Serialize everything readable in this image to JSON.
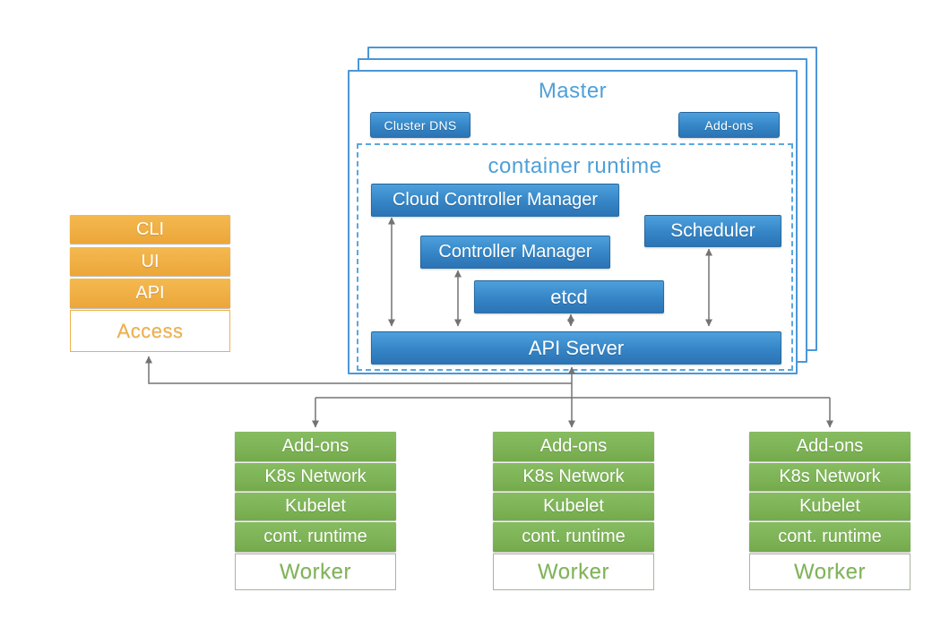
{
  "master": {
    "title": "Master",
    "cluster_dns_label": "Cluster DNS",
    "addons_label": "Add-ons",
    "runtime": {
      "title": "container runtime",
      "components": {
        "cloud_controller_manager": "Cloud Controller Manager",
        "controller_manager": "Controller Manager",
        "scheduler": "Scheduler",
        "etcd": "etcd",
        "api_server": "API Server"
      }
    }
  },
  "access": {
    "items": [
      "CLI",
      "UI",
      "API"
    ],
    "label": "Access"
  },
  "worker": {
    "rows": [
      "Add-ons",
      "K8s Network",
      "Kubelet",
      "cont. runtime"
    ],
    "label": "Worker",
    "count": 3
  },
  "colors": {
    "blue_box": "#3585c6",
    "blue_border": "#4c96d7",
    "blue_title_text": "#4ea0d9",
    "orange_box": "#f1b04c",
    "green_box": "#7db356",
    "worker_text": "#7fb457",
    "access_text": "#efaf45",
    "arrow_gray": "#737373"
  }
}
